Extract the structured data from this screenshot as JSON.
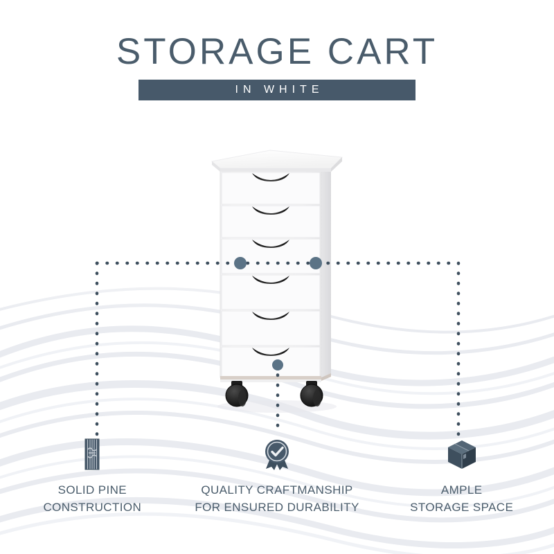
{
  "header": {
    "title": "STORAGE CART",
    "subtitle": "IN WHITE"
  },
  "product": {
    "name": "white-rolling-storage-cart",
    "drawer_count": 6,
    "caster_count": 2,
    "body_color": "#ffffff",
    "handle_color": "#111111",
    "caster_color": "#1c1c1c"
  },
  "colors": {
    "accent": "#47596a",
    "text": "#4a5c6b",
    "banner_text": "#ffffff",
    "dot": "#3e4f5e",
    "wave": "#eceef2"
  },
  "connectors": {
    "dot_color": "#3e4f5e",
    "knob_color": "#5b7386"
  },
  "features": [
    {
      "icon": "wood-plank-icon",
      "label": "SOLID PINE\nCONSTRUCTION"
    },
    {
      "icon": "quality-badge-icon",
      "label": "QUALITY CRAFTMANSHIP\nFOR ENSURED DURABILITY"
    },
    {
      "icon": "storage-box-icon",
      "label": "AMPLE\nSTORAGE SPACE"
    }
  ]
}
